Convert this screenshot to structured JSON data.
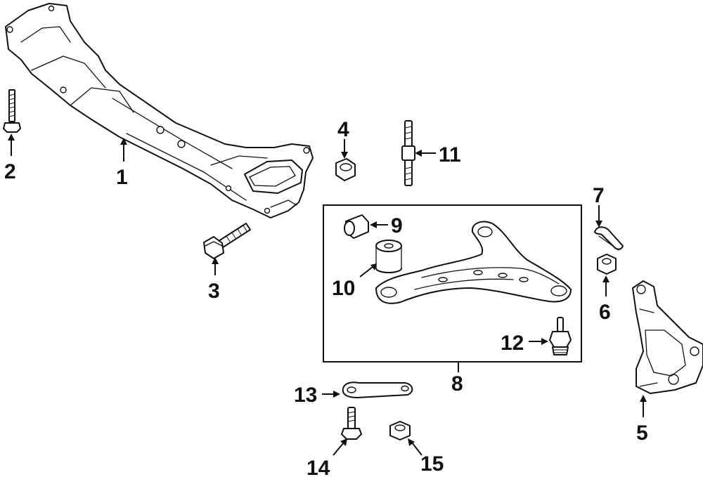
{
  "callouts": {
    "c1": "1",
    "c2": "2",
    "c3": "3",
    "c4": "4",
    "c5": "5",
    "c6": "6",
    "c7": "7",
    "c8": "8",
    "c9": "9",
    "c10": "10",
    "c11": "11",
    "c12": "12",
    "c13": "13",
    "c14": "14",
    "c15": "15"
  },
  "icons": {
    "crossmember": "crossmember-icon",
    "bolt": "bolt-icon",
    "nut": "nut-icon",
    "stud": "stud-icon",
    "knuckle": "steering-knuckle-icon",
    "clip": "cotter-pin-icon",
    "bushing": "bushing-icon",
    "control_arm": "lower-control-arm-icon",
    "ball_joint": "ball-joint-icon",
    "bracket": "bracket-icon"
  },
  "colors": {
    "line": "#111111",
    "background": "#ffffff"
  }
}
